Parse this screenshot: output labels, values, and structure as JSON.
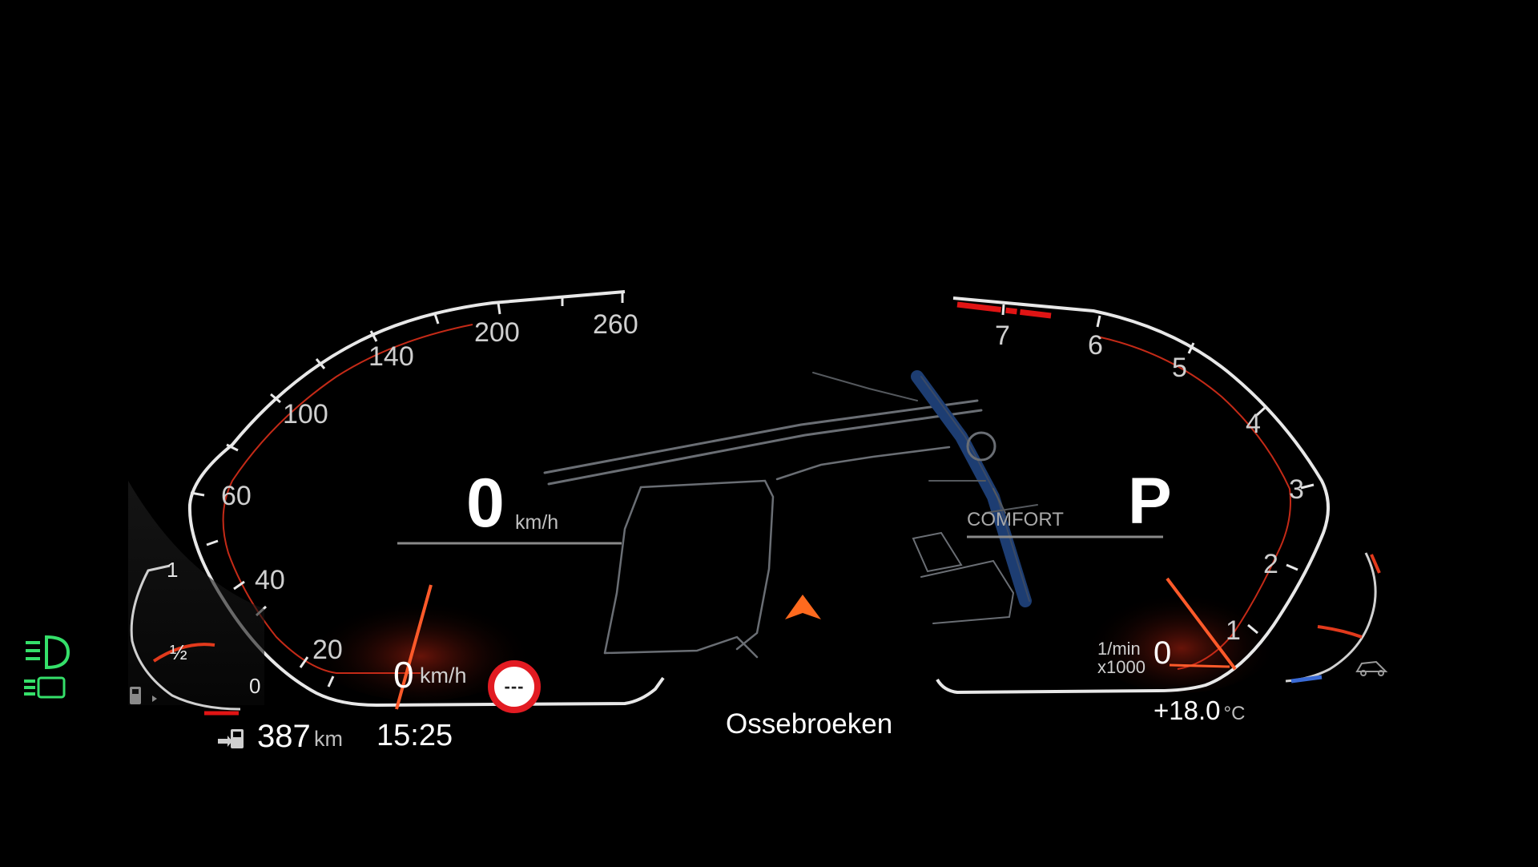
{
  "speedometer": {
    "ticks": [
      "20",
      "40",
      "60",
      "100",
      "140",
      "200",
      "260"
    ],
    "digital_speed": "0",
    "digital_unit": "km/h",
    "needle_value": "0",
    "needle_unit": "km/h",
    "speed_limit_sign": "---"
  },
  "tachometer": {
    "ticks": [
      "1",
      "2",
      "3",
      "4",
      "5",
      "6",
      "7"
    ],
    "needle_value": "0",
    "unit_line1": "1/min",
    "unit_line2": "x1000"
  },
  "drive": {
    "gear": "P",
    "mode": "COMFORT"
  },
  "fuel_gauge": {
    "labels": [
      "1",
      "½",
      "0"
    ],
    "range_value": "387",
    "range_unit": "km"
  },
  "status": {
    "clock": "15:25",
    "outside_temperature": "+18.0",
    "temperature_unit": "°C",
    "location": "Ossebroeken"
  },
  "indicators": {
    "headlight_icon": "low-beam-headlight-icon",
    "drl_icon": "daytime-running-light-icon",
    "fuel_pump_icon": "fuel-pump-icon",
    "range_icon": "fuel-range-icon",
    "nav_arrow_icon": "navigation-arrow-icon",
    "engine_temp_icon": "car-temperature-icon"
  },
  "colors": {
    "background": "#000000",
    "gauge_outline": "#e8e8e8",
    "accent_red": "#e23a1c",
    "indicator_green": "#35e06a",
    "map_lines": "#6a6e74",
    "river": "#1d3d72"
  }
}
